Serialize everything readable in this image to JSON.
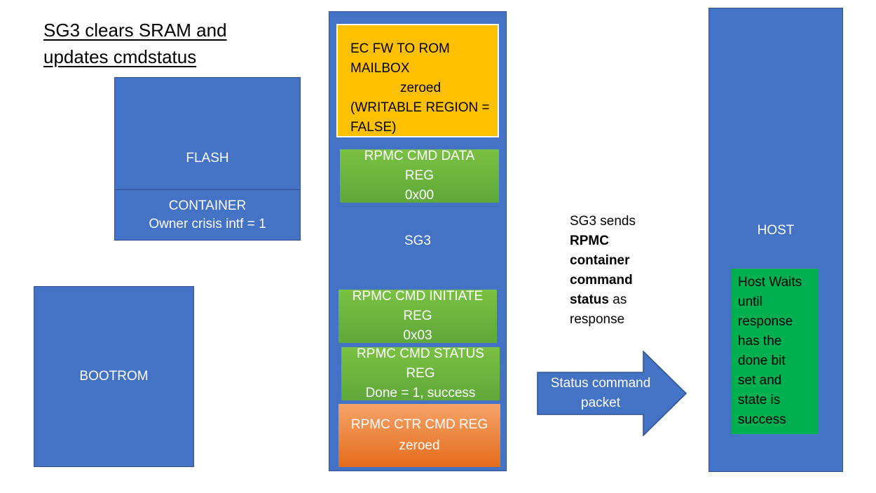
{
  "title": {
    "line1": "SG3 clears SRAM and",
    "line2": "updates cmdstatus"
  },
  "flash": {
    "label": "FLASH",
    "container_title": "CONTAINER",
    "container_detail": "Owner crisis intf = 1"
  },
  "bootrom": {
    "label": "BOOTROM"
  },
  "sg3": {
    "label": "SG3",
    "mailbox": {
      "line1": "EC FW TO ROM",
      "line2": "MAILBOX",
      "line3": "zeroed",
      "line4": "(WRITABLE REGION =",
      "line5": "FALSE)"
    },
    "data_reg": {
      "line1": "RPMC CMD DATA",
      "line2": "REG",
      "line3": "0x00"
    },
    "initiate_reg": {
      "line1": "RPMC CMD INITIATE",
      "line2": "REG",
      "line3": "0x03"
    },
    "status_reg": {
      "line1": "RPMC CMD STATUS",
      "line2": "REG",
      "line3": "Done = 1, success"
    },
    "ctr_reg": {
      "line1": "RPMC CTR CMD REG",
      "line2": "zeroed"
    }
  },
  "message": {
    "line1": "SG3 sends",
    "line2": "RPMC",
    "line3": "container",
    "line4": "command",
    "line5": "status",
    "line5_suffix": " as",
    "line6": "response"
  },
  "arrow": {
    "line1": "Status command",
    "line2": "packet",
    "color": "#4472c4"
  },
  "host": {
    "label": "HOST",
    "wait": [
      "Host Waits",
      "until",
      "response",
      "has the",
      "done bit",
      "set and",
      "state is",
      "success"
    ]
  },
  "colors": {
    "block_blue": "#4472c4",
    "mailbox_yellow": "#ffc000",
    "register_green": "#70ad47",
    "counter_orange": "#ed7d31",
    "host_green": "#00b050"
  }
}
